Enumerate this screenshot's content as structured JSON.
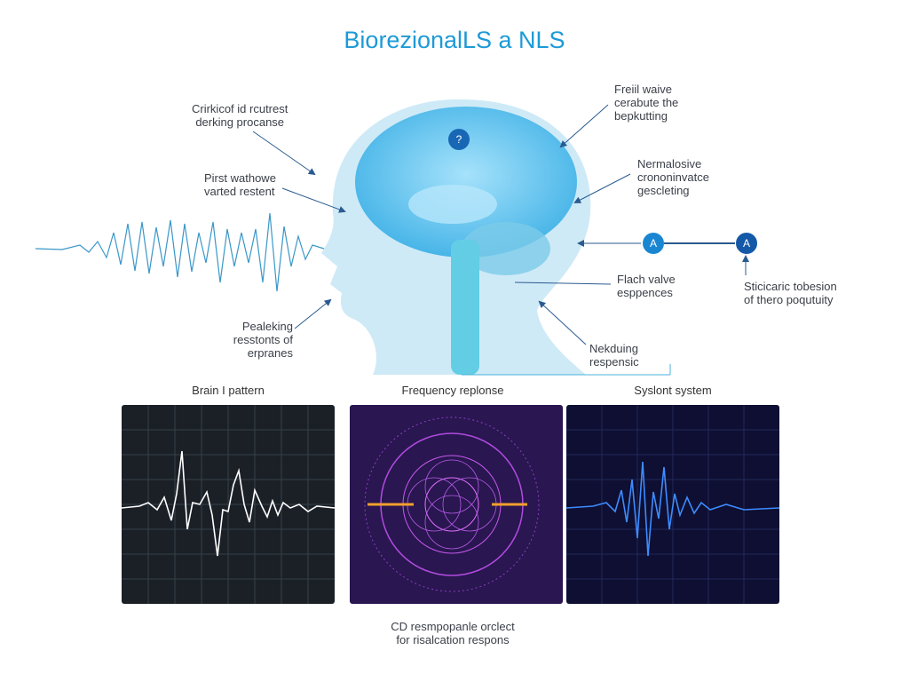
{
  "title": "BiorezionalLS a NLS",
  "labels": {
    "top_left": [
      "Crirkicof id rcutrest",
      "derking procanse"
    ],
    "mid_left": [
      "Pirst wathowe",
      "varted restent"
    ],
    "low_left": [
      "Pealeking",
      "resstonts of",
      "erpranes"
    ],
    "top_right": [
      "Freiil waive",
      "cerabute the",
      "bepkutting"
    ],
    "mid_right": [
      "Nermalosive",
      "crononinvatce",
      "gescleting"
    ],
    "flash": [
      "Flach valve",
      "esppences"
    ],
    "far_right": [
      "Sticicaric tobesion",
      "of thero poqutuity"
    ],
    "neck": [
      "Nekduing",
      "respensic"
    ]
  },
  "badges": {
    "brain": "?",
    "left": "A",
    "right": "A"
  },
  "panels": [
    {
      "title": "Brain I pattern",
      "bg": "#1b2027"
    },
    {
      "title": "Frequency replonse",
      "bg": "#2a1650"
    },
    {
      "title": "Syslont system",
      "bg": "#0e0f33"
    }
  ],
  "caption": [
    "CD resmpopanle orclect",
    "for risalcation respons"
  ],
  "colors": {
    "accent": "#1d9ad6",
    "head": "#bfe3f3",
    "brain": "#5cc3ee"
  }
}
